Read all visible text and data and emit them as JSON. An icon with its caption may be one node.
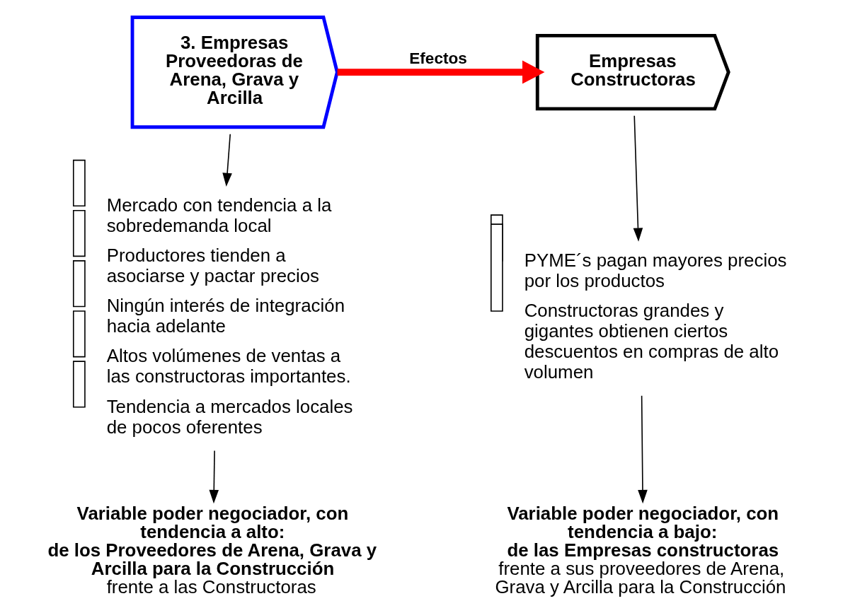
{
  "diagram": {
    "nodes": [
      {
        "text": [
          "3. Empresas Proveedoras de Arena, Grava y Arcilla"
        ]
      },
      {
        "text": [
          "Empresas Constructoras"
        ]
      },
      {
        "text": [
          "Mercado con tendencia a la sobredemanda local",
          "Productores tienden a asociarse y pactar precios",
          "Ningún interés de integración hacia adelante",
          "Altos volúmenes de ventas a las constructoras importantes.",
          "Tendencia a mercados locales de pocos oferentes"
        ]
      },
      {
        "text": [
          "PYME´s pagan mayores precios por los productos",
          "Constructoras grandes y gigantes obtienen ciertos descuentos en compras de alto volumen"
        ]
      },
      {
        "text": [
          "Variable poder negociador, con tendencia a alto:",
          "de los Proveedores de Arena, Grava y Arcilla para la Construcción",
          "frente a las Constructoras"
        ]
      },
      {
        "text": [
          "Variable poder negociador, con tendencia a bajo:",
          "de las Empresas constructoras",
          "frente a sus proveedores de Arena, Grava y Arcilla para la Construcción"
        ]
      }
    ],
    "edges": [
      {
        "from": 0,
        "to": 1,
        "arrow": "to",
        "label": "Efectos",
        "style": "thick",
        "color": "#ff0000"
      },
      {
        "from": 0,
        "to": 2,
        "arrow": "to"
      },
      {
        "from": 1,
        "to": 3,
        "arrow": "to"
      },
      {
        "from": 2,
        "to": 4,
        "arrow": "to"
      },
      {
        "from": 3,
        "to": 5,
        "arrow": "to"
      }
    ]
  }
}
